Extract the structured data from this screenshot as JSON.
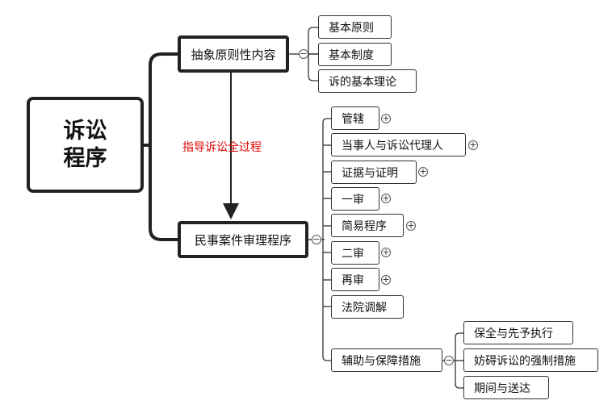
{
  "diagram": {
    "root": {
      "line1": "诉讼",
      "line2": "程序"
    },
    "branches": [
      {
        "label": "抽象原则性内容",
        "marker": "−",
        "children": [
          {
            "label": "基本原则"
          },
          {
            "label": "基本制度"
          },
          {
            "label": "诉的基本理论"
          }
        ]
      },
      {
        "label": "民事案件审理程序",
        "marker": "−",
        "children": [
          {
            "label": "管辖",
            "marker": "+"
          },
          {
            "label": "当事人与诉讼代理人",
            "marker": "+"
          },
          {
            "label": "证据与证明",
            "marker": "+"
          },
          {
            "label": "一审",
            "marker": "+"
          },
          {
            "label": "简易程序",
            "marker": "+"
          },
          {
            "label": "二审",
            "marker": "+"
          },
          {
            "label": "再审",
            "marker": "+"
          },
          {
            "label": "法院调解"
          },
          {
            "label": "辅助与保障措施",
            "marker": "−",
            "children": [
              {
                "label": "保全与先予执行"
              },
              {
                "label": "妨碍诉讼的强制措施"
              },
              {
                "label": "期间与送达"
              }
            ]
          }
        ]
      }
    ],
    "edge_label": "指导诉讼全过程",
    "colors": {
      "edge_label": "#e00000",
      "line": "#222222"
    }
  }
}
